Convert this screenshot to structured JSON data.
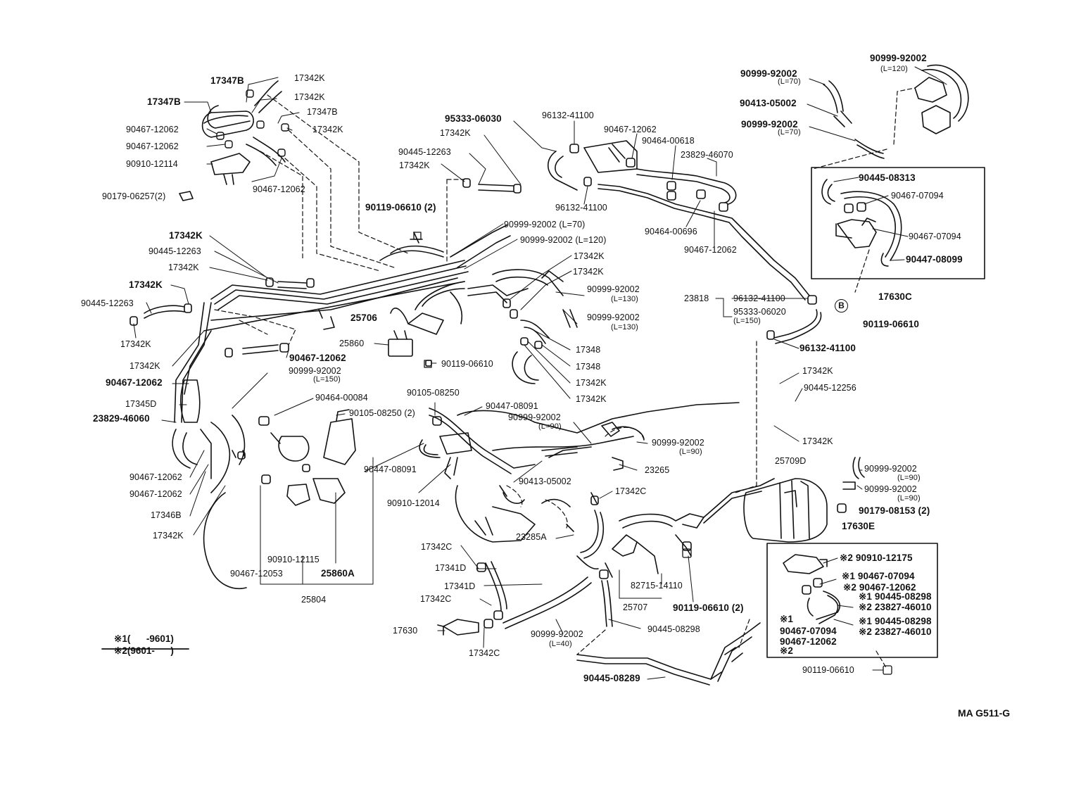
{
  "diagram": {
    "id_code": "MA  G511-G",
    "callout_letter": "B",
    "legend": [
      {
        "mark": "※1",
        "text": "(      -9601)"
      },
      {
        "mark": "※2",
        "text": "(9601-      )"
      }
    ],
    "labels": [
      {
        "text": "17347B"
      },
      {
        "text": "17342K"
      },
      {
        "text": "17347B"
      },
      {
        "text": "17342K"
      },
      {
        "text": "17347B"
      },
      {
        "text": "17342K"
      },
      {
        "text": "90467-12062"
      },
      {
        "text": "90467-12062"
      },
      {
        "text": "90910-12114"
      },
      {
        "text": "90467-12062"
      },
      {
        "text": "90179-06257(2)"
      },
      {
        "text": "95333-06030"
      },
      {
        "text": "17342K"
      },
      {
        "text": "96132-41100"
      },
      {
        "text": "90467-12062"
      },
      {
        "text": "90464-00618"
      },
      {
        "text": "23829-46070"
      },
      {
        "text": "90445-12263"
      },
      {
        "text": "17342K"
      },
      {
        "text": "96132-41100"
      },
      {
        "text": "90119-06610 (2)"
      },
      {
        "text": "90464-00696"
      },
      {
        "text": "90467-12062"
      },
      {
        "text": "90999-92002"
      },
      {
        "text": "(L=70)"
      },
      {
        "text": "90413-05002"
      },
      {
        "text": "90999-92002"
      },
      {
        "text": "(L=70)"
      },
      {
        "text": "90999-92002"
      },
      {
        "text": "(L=120)"
      },
      {
        "text": "90445-08313"
      },
      {
        "text": "90467-07094"
      },
      {
        "text": "90467-07094"
      },
      {
        "text": "90447-08099"
      },
      {
        "text": "17630C"
      },
      {
        "text": "90119-06610"
      },
      {
        "text": "17342K"
      },
      {
        "text": "90445-12263"
      },
      {
        "text": "17342K"
      },
      {
        "text": "17342K"
      },
      {
        "text": "90445-12263"
      },
      {
        "text": "17342K"
      },
      {
        "text": "90999-92002 (L=70)"
      },
      {
        "text": "90999-92002 (L=120)"
      },
      {
        "text": "17342K"
      },
      {
        "text": "17342K"
      },
      {
        "text": "90999-92002"
      },
      {
        "text": "(L=130)"
      },
      {
        "text": "90999-92002"
      },
      {
        "text": "(L=130)"
      },
      {
        "text": "25706"
      },
      {
        "text": "23818"
      },
      {
        "text": "96132-41100"
      },
      {
        "text": "95333-06020"
      },
      {
        "text": "(L=150)"
      },
      {
        "text": "96132-41100"
      },
      {
        "text": "25860"
      },
      {
        "text": "90119-06610"
      },
      {
        "text": "17348"
      },
      {
        "text": "17348"
      },
      {
        "text": "17342K"
      },
      {
        "text": "17342K"
      },
      {
        "text": "17342K"
      },
      {
        "text": "90467-12062"
      },
      {
        "text": "90999-92002"
      },
      {
        "text": "(L=150)"
      },
      {
        "text": "90467-12062"
      },
      {
        "text": "17345D"
      },
      {
        "text": "23829-46060"
      },
      {
        "text": "90464-00084"
      },
      {
        "text": "90105-08250"
      },
      {
        "text": "90105-08250 (2)"
      },
      {
        "text": "90447-08091"
      },
      {
        "text": "90999-92002"
      },
      {
        "text": "(L=90)"
      },
      {
        "text": "90999-92002"
      },
      {
        "text": "(L=90)"
      },
      {
        "text": "17342K"
      },
      {
        "text": "90445-12256"
      },
      {
        "text": "17342K"
      },
      {
        "text": "90467-12062"
      },
      {
        "text": "90467-12062"
      },
      {
        "text": "17346B"
      },
      {
        "text": "17342K"
      },
      {
        "text": "90447-08091"
      },
      {
        "text": "90910-12014"
      },
      {
        "text": "90413-05002"
      },
      {
        "text": "23265"
      },
      {
        "text": "17342C"
      },
      {
        "text": "23285A"
      },
      {
        "text": "25709D"
      },
      {
        "text": "90999-92002"
      },
      {
        "text": "(L=90)"
      },
      {
        "text": "90999-92002"
      },
      {
        "text": "(L=90)"
      },
      {
        "text": "90179-08153 (2)"
      },
      {
        "text": "17630E"
      },
      {
        "text": "90910-12115"
      },
      {
        "text": "90467-12053"
      },
      {
        "text": "25860A"
      },
      {
        "text": "25804"
      },
      {
        "text": "17342C"
      },
      {
        "text": "17341D"
      },
      {
        "text": "17341D"
      },
      {
        "text": "17342C"
      },
      {
        "text": "17630"
      },
      {
        "text": "17342C"
      },
      {
        "text": "82715-14110"
      },
      {
        "text": "25707"
      },
      {
        "text": "90119-06610 (2)"
      },
      {
        "text": "90999-92002"
      },
      {
        "text": "(L=40)"
      },
      {
        "text": "90445-08298"
      },
      {
        "text": "90445-08289"
      },
      {
        "text": "※2 90910-12175"
      },
      {
        "text": "※1   90467-07094"
      },
      {
        "text": "※2   90467-12062"
      },
      {
        "text": "※1 90445-08298"
      },
      {
        "text": "※2 23827-46010"
      },
      {
        "text": "※1"
      },
      {
        "text": "※1 90445-08298"
      },
      {
        "text": "90467-07094"
      },
      {
        "text": "※2 23827-46010"
      },
      {
        "text": "90467-12062"
      },
      {
        "text": "※2"
      },
      {
        "text": "90119-06610"
      }
    ]
  }
}
